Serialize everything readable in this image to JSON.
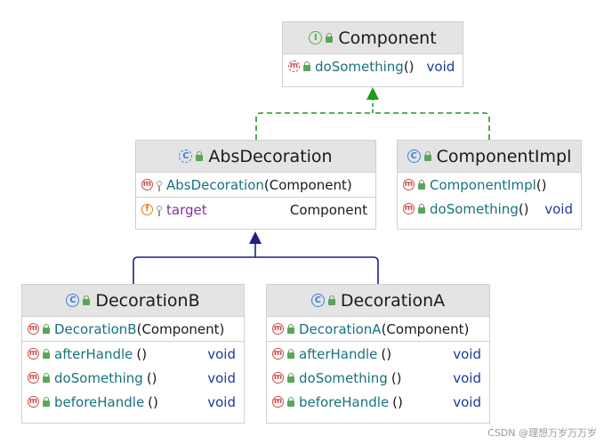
{
  "classes": {
    "component": {
      "kind_icon": "interface-icon",
      "name": "Component",
      "methods": [
        {
          "name": "doSomething",
          "args": "()",
          "type": "void"
        }
      ]
    },
    "abs_decoration": {
      "kind_icon": "abstract-class-icon",
      "name": "AbsDecoration",
      "methods": [
        {
          "name": "AbsDecoration",
          "args": "(Component)"
        }
      ],
      "fields": [
        {
          "name": "target",
          "type": "Component"
        }
      ]
    },
    "component_impl": {
      "kind_icon": "class-icon",
      "name": "ComponentImpl",
      "methods": [
        {
          "name": "ComponentImpl",
          "args": "()"
        },
        {
          "name": "doSomething",
          "args": "()",
          "type": "void"
        }
      ]
    },
    "decoration_b": {
      "kind_icon": "class-icon",
      "name": "DecorationB",
      "constructor": {
        "name": "DecorationB",
        "args": "(Component)"
      },
      "methods": [
        {
          "name": "afterHandle",
          "args": "()",
          "type": "void"
        },
        {
          "name": "doSomething",
          "args": "()",
          "type": "void"
        },
        {
          "name": "beforeHandle",
          "args": "()",
          "type": "void"
        }
      ]
    },
    "decoration_a": {
      "kind_icon": "class-icon",
      "name": "DecorationA",
      "constructor": {
        "name": "DecorationA",
        "args": "(Component)"
      },
      "methods": [
        {
          "name": "afterHandle",
          "args": "()",
          "type": "void"
        },
        {
          "name": "doSomething",
          "args": "()",
          "type": "void"
        },
        {
          "name": "beforeHandle",
          "args": "()",
          "type": "void"
        }
      ]
    }
  },
  "icon_letters": {
    "method": "m",
    "field": "f",
    "class": "C",
    "interface": "I"
  },
  "colors": {
    "implements_arrow": "#1f9a1f",
    "extends_arrow": "#1a237e",
    "method_name": "#19727c",
    "field_name": "#8a2fa0",
    "type": "#1a3b9c"
  },
  "watermark": "CSDN @理想万岁万万岁"
}
